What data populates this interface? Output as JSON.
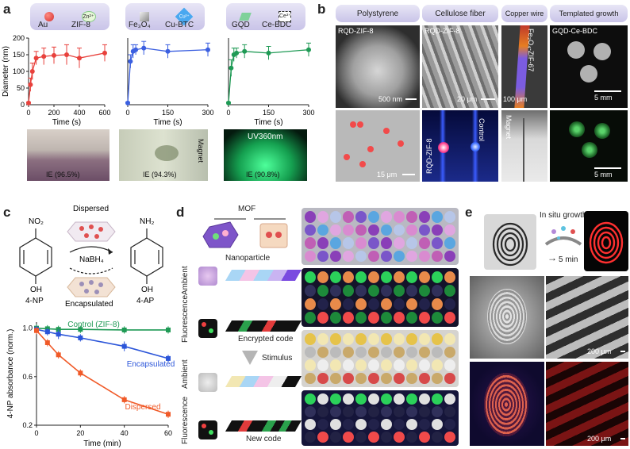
{
  "panels": {
    "a": {
      "label": "a",
      "sub": [
        {
          "mat1": "Au",
          "mat2": "ZIF-8",
          "ion": "Zn²⁺",
          "color": "#e8413c",
          "xlabel": "Time (s)",
          "ylabel": "Diameter (nm)",
          "photo_caption": "IE (96.5%)",
          "photo_note": ""
        },
        {
          "mat1": "Fe₃O₄",
          "mat2": "Cu-BTC",
          "ion": "Cu²⁺",
          "color": "#3b5fe0",
          "xlabel": "Time (s)",
          "ylabel": "",
          "photo_caption": "IE (94.3%)",
          "photo_note": "Magnet"
        },
        {
          "mat1": "GQD",
          "mat2": "Ce-BDC",
          "ion": "Ce³⁺",
          "color": "#1f9a55",
          "xlabel": "Time (s)",
          "ylabel": "",
          "photo_caption": "IE (90.8%)",
          "photo_note": "UV360nm"
        }
      ]
    },
    "b": {
      "label": "b",
      "headers": [
        "Polystyrene",
        "Cellulose fiber",
        "Copper wire",
        "Templated growth"
      ],
      "top_labels": [
        "RQD-ZIF-8",
        "RQD-ZIF-8",
        "Fe₃O₄-ZIF-67",
        "GQD-Ce-BDC"
      ],
      "top_scale": [
        "500 nm",
        "20 μm",
        "100 μm",
        "5 mm"
      ],
      "bottom_scale": [
        "15 μm",
        "",
        "",
        "5 mm"
      ],
      "bottom_labels": [
        "",
        "RQD-ZIF-8",
        "Magnet",
        ""
      ],
      "bottom_label2": "Control"
    },
    "c": {
      "label": "c",
      "reactant": "4-NP",
      "product": "4-AP",
      "reagent": "NaBH₄",
      "top_state": "Dispersed",
      "bottom_state": "Encapsulated",
      "no2": "NO₂",
      "nh2": "NH₂",
      "oh": "OH",
      "oh2": "OH"
    },
    "d": {
      "label": "d",
      "mof": "MOF",
      "nanoparticle": "Nanoparticle",
      "ambient": "Ambient",
      "fluorescence": "Fluorescence",
      "ambient2": "Ambient",
      "fluorescence2": "Fluorescence",
      "encrypted": "Encrypted code",
      "stimulus": "Stimulus",
      "new_code": "New code"
    },
    "e": {
      "label": "e",
      "in_situ": "In situ growth",
      "time": "5 min",
      "scale1": "200 μm",
      "scale2": "200 μm"
    }
  },
  "chart_data": [
    {
      "type": "scatter",
      "title": "",
      "xlabel": "Time (s)",
      "ylabel": "Diameter (nm)",
      "xlim": [
        0,
        600
      ],
      "ylim": [
        0,
        200
      ],
      "xticks": [
        0,
        200,
        400,
        600
      ],
      "yticks": [
        0,
        50,
        100,
        150,
        200
      ],
      "x": [
        0,
        15,
        30,
        60,
        120,
        200,
        300,
        400,
        600
      ],
      "y": [
        5,
        60,
        100,
        140,
        145,
        148,
        150,
        140,
        155
      ],
      "err": [
        3,
        20,
        25,
        20,
        25,
        25,
        30,
        30,
        25
      ]
    },
    {
      "type": "scatter",
      "title": "",
      "xlabel": "Time (s)",
      "ylabel": "",
      "xlim": [
        0,
        300
      ],
      "ylim": [
        0,
        200
      ],
      "xticks": [
        0,
        150,
        300
      ],
      "x": [
        0,
        10,
        20,
        30,
        60,
        150,
        300
      ],
      "y": [
        5,
        130,
        160,
        165,
        170,
        160,
        165
      ],
      "err": [
        3,
        20,
        20,
        15,
        20,
        20,
        20
      ]
    },
    {
      "type": "scatter",
      "title": "",
      "xlabel": "Time (s)",
      "ylabel": "",
      "xlim": [
        0,
        300
      ],
      "ylim": [
        0,
        200
      ],
      "xticks": [
        0,
        150,
        300
      ],
      "x": [
        0,
        10,
        20,
        30,
        60,
        150,
        300
      ],
      "y": [
        5,
        110,
        150,
        155,
        160,
        155,
        165
      ],
      "err": [
        3,
        25,
        20,
        15,
        20,
        20,
        20
      ]
    },
    {
      "type": "line",
      "title": "",
      "xlabel": "Time (min)",
      "ylabel": "4-NP absorbance (norm.)",
      "xlim": [
        0,
        60
      ],
      "ylim": [
        0.2,
        1.05
      ],
      "xticks": [
        0,
        20,
        40,
        60
      ],
      "yticks": [
        0.2,
        0.6,
        1.0
      ],
      "ytick_labels": [
        "0.2",
        "0.6",
        "1.0"
      ],
      "x": [
        0,
        5,
        10,
        20,
        40,
        60
      ],
      "series": [
        {
          "name": "Control (ZIF-8)",
          "color": "#1f9a55",
          "values": [
            1.0,
            0.995,
            0.99,
            0.99,
            0.985,
            0.985
          ],
          "err": [
            0.03,
            0.03,
            0.03,
            0.03,
            0.03,
            0.03
          ]
        },
        {
          "name": "Encapsulated",
          "color": "#2b55d9",
          "values": [
            0.99,
            0.97,
            0.95,
            0.92,
            0.85,
            0.75
          ],
          "err": [
            0.03,
            0.03,
            0.04,
            0.03,
            0.04,
            0.03
          ]
        },
        {
          "name": "Dispersed",
          "color": "#f05a28",
          "values": [
            0.98,
            0.88,
            0.78,
            0.63,
            0.41,
            0.29
          ],
          "err": [
            0.03,
            0.03,
            0.03,
            0.03,
            0.03,
            0.03
          ]
        }
      ]
    }
  ]
}
